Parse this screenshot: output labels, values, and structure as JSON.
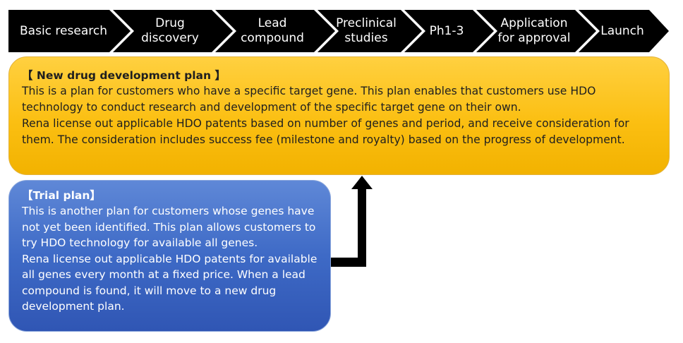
{
  "stages": [
    {
      "label": "Basic research"
    },
    {
      "label": "Drug\ndiscovery"
    },
    {
      "label": "Lead\ncompound"
    },
    {
      "label": "Preclinical\nstudies"
    },
    {
      "label": "Ph1-3"
    },
    {
      "label": "Application\nfor approval"
    },
    {
      "label": "Launch"
    }
  ],
  "new_drug_plan": {
    "title": "【 New drug development plan 】",
    "paragraph1": "This is a plan for customers who have a specific target gene. This plan enables that customers use HDO technology to conduct research and development of the specific target gene on their own.",
    "paragraph2": "Rena license out applicable HDO patents based on number of genes and period, and receive consideration for them.  The consideration includes success fee (milestone and royalty) based on the progress of development."
  },
  "trial_plan": {
    "title": "【Trial plan】",
    "paragraph1": "This is another plan for customers whose genes have not yet been identified. This plan allows customers to try HDO technology for available all genes.",
    "paragraph2": "Rena license out applicable HDO patents for available all genes every month at a fixed price. When a lead compound is found, it will move to a new drug development plan."
  },
  "colors": {
    "chevron": "#000000",
    "stage_text": "#ffffff",
    "new_drug_box": "#fbbf12",
    "trial_box": "#3e6ac6",
    "arrow": "#000000"
  }
}
